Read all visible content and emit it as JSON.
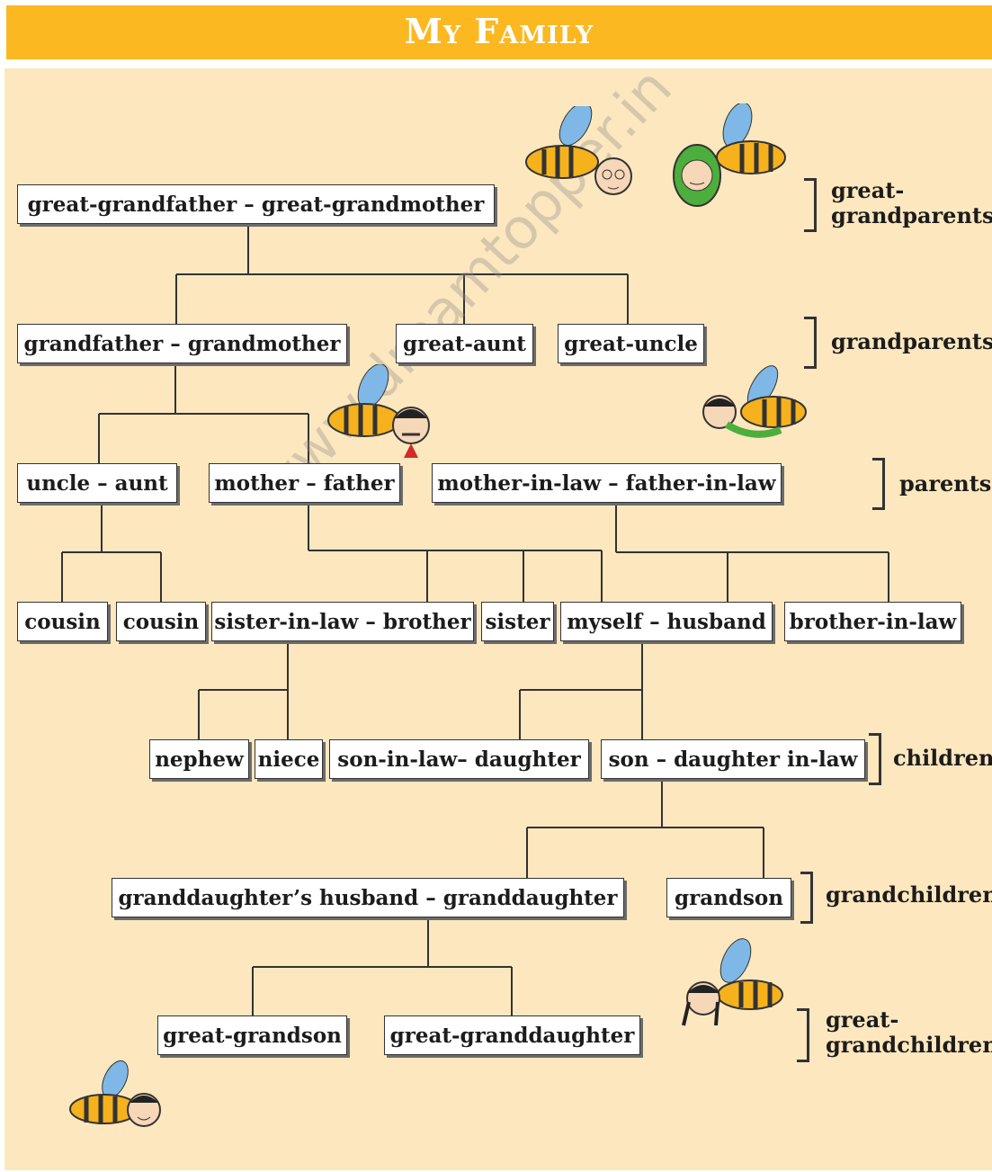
{
  "title": "My Family",
  "watermark": "www.dreamtopper.in",
  "colors": {
    "header": "#fbb820",
    "panel": "#fde7be",
    "box_border": "#333333"
  },
  "nodes": {
    "great_grandparents": "great-grandfather  –  great-grandmother",
    "grandparents": "grandfather – grandmother",
    "great_aunt": "great-aunt",
    "great_uncle": "great-uncle",
    "uncle_aunt": "uncle – aunt",
    "mother_father": "mother – father",
    "in_laws": "mother-in-law – father-in-law",
    "cousin_1": "cousin",
    "cousin_2": "cousin",
    "sister_in_law_brother": "sister-in-law – brother",
    "sister": "sister",
    "myself_husband": "myself – husband",
    "brother_in_law": "brother-in-law",
    "nephew": "nephew",
    "niece": "niece",
    "son_in_law_daughter": "son-in-law– daughter",
    "son_daughter_in_law": "son – daughter in-law",
    "granddaughter_husband": "granddaughter’s husband – granddaughter",
    "grandson": "grandson",
    "great_grandson": "great-grandson",
    "great_granddaughter": "great-granddaughter"
  },
  "generations": {
    "great_grandparents_1": "great-",
    "great_grandparents_2": "grandparents",
    "grandparents": "grandparents",
    "parents": "parents",
    "children": "children",
    "grandchildren": "grandchildren",
    "great_grandchildren_1": "great-",
    "great_grandchildren_2": "grandchildren"
  },
  "illustrations": [
    "bee-grandfather-icon",
    "bee-grandmother-icon",
    "bee-father-icon",
    "bee-mother-icon",
    "bee-girl-icon",
    "bee-child-icon"
  ]
}
